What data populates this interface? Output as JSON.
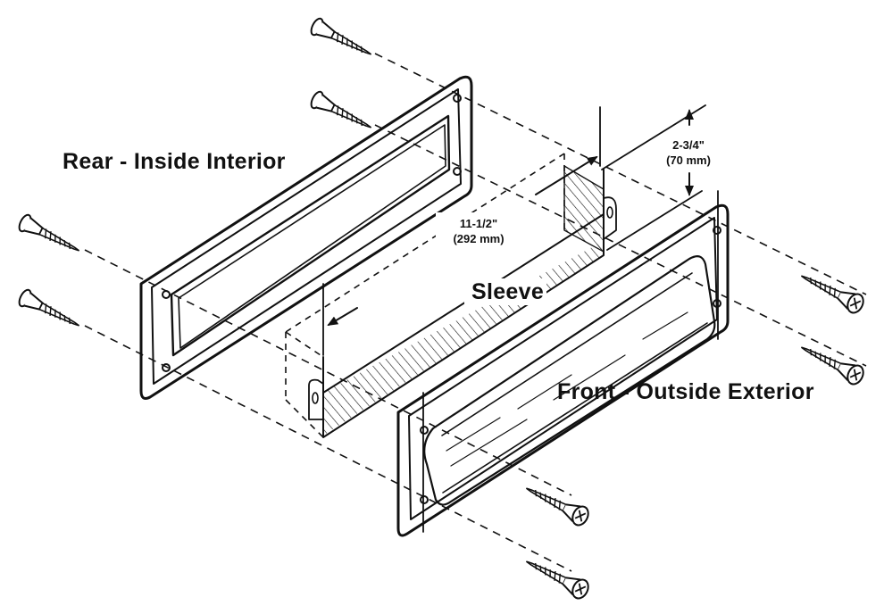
{
  "labels": {
    "rear": "Rear - Inside Interior",
    "sleeve": "Sleeve",
    "front": "Front - Outside Exterior"
  },
  "dimensions": {
    "length": {
      "imperial": "11-1/2\"",
      "metric": "(292 mm)"
    },
    "height": {
      "imperial": "2-3/4\"",
      "metric": "(70 mm)"
    }
  },
  "colors": {
    "ink": "#111111",
    "background": "#ffffff"
  },
  "icons": [
    "wood-screw-icon",
    "arrow-head-icon"
  ]
}
